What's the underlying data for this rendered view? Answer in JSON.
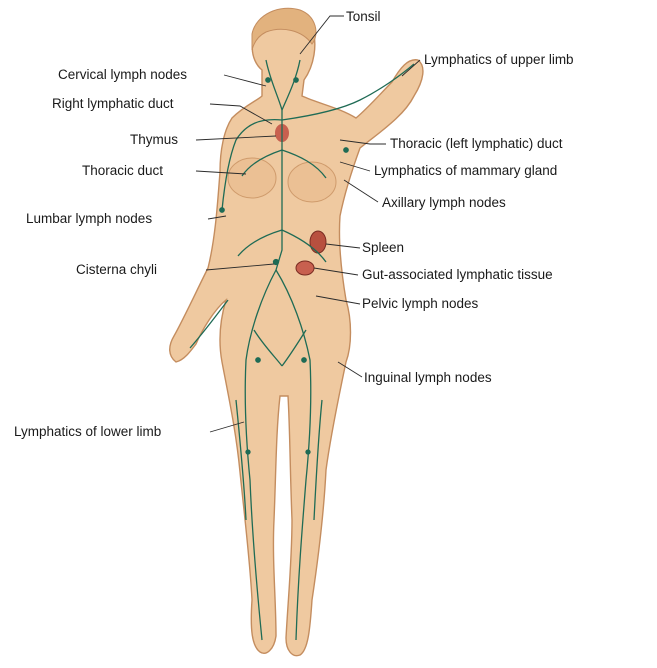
{
  "diagram": {
    "labels": {
      "tonsil": "Tonsil",
      "lymphatics_upper_limb": "Lymphatics of upper limb",
      "cervical_lymph_nodes": "Cervical lymph nodes",
      "right_lymphatic_duct": "Right lymphatic duct",
      "thymus": "Thymus",
      "thoracic_left_lymphatic_duct": "Thoracic (left lymphatic) duct",
      "thoracic_duct": "Thoracic duct",
      "lymphatics_mammary_gland": "Lymphatics of mammary gland",
      "axillary_lymph_nodes": "Axillary lymph nodes",
      "lumbar_lymph_nodes": "Lumbar lymph nodes",
      "spleen": "Spleen",
      "cisterna_chyli": "Cisterna chyli",
      "gut_associated_lymphatic_tissue": "Gut-associated lymphatic tissue",
      "pelvic_lymph_nodes": "Pelvic lymph nodes",
      "inguinal_lymph_nodes": "Inguinal lymph nodes",
      "lymphatics_lower_limb": "Lymphatics of lower limb"
    },
    "colors": {
      "skin": "#efc9a0",
      "skin_shade": "#d9a679",
      "hair": "#e2b27e",
      "lymph_vessel": "#1f6b55",
      "organ": "#c8604f"
    }
  }
}
